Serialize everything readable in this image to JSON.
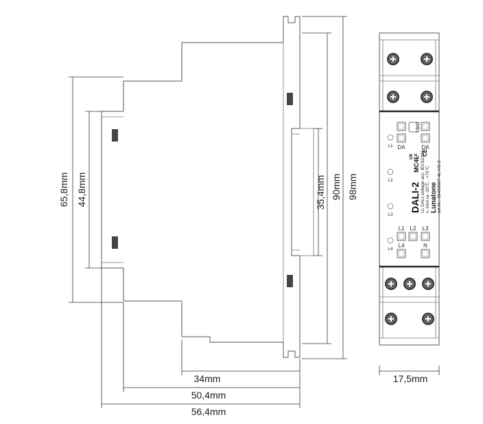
{
  "dimensions": {
    "height_65_8": "65,8mm",
    "height_44_8": "44,8mm",
    "height_35_4": "35,4mm",
    "height_90": "90mm",
    "height_98": "98mm",
    "width_34": "34mm",
    "width_50_4": "50,4mm",
    "width_56_4": "56,4mm",
    "width_17_5": "17,5mm"
  },
  "front_panel": {
    "product": "DALI-2",
    "model": "MC4L",
    "uk_mark": "UK",
    "ca_mark": "CA",
    "ce_mark": "CE",
    "brand": "Lunatone",
    "line1": "Uₙ DALI-voltage acc. IEC62386",
    "line2": "Iₙ 2mA ta -20°C...+75°C",
    "line3": "art.Nr.: 86458607-4L-HS-2",
    "badge": "DALI",
    "terminals": {
      "da_left": "DA",
      "da_right": "DA",
      "l1": "L1",
      "l2": "L2",
      "l3": "L3",
      "l4": "L4",
      "n": "N"
    },
    "leds": {
      "l1": "L1",
      "l2": "L2",
      "l3": "L3",
      "l4": "L4"
    }
  }
}
